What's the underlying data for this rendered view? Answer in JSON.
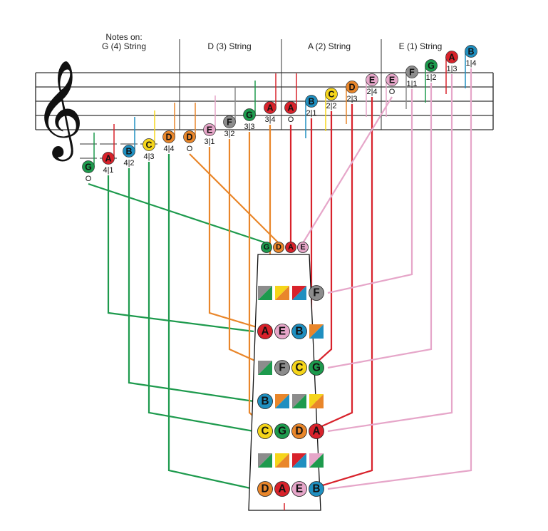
{
  "headers": {
    "g_line1": "Notes on:",
    "g_line2": "G (4) String",
    "d": "D (3) String",
    "a": "A (2) String",
    "e": "E (1) String"
  },
  "colors": {
    "G": "#1d9a4d",
    "A": "#d8222b",
    "B": "#1f8fc0",
    "C": "#f5d51a",
    "D": "#e9862a",
    "E": "#e6a6c9",
    "F": "#8c8c8c",
    "g_string": "#1d9a4d",
    "d_string": "#e9862a",
    "a_string": "#d8222b",
    "e_string": "#e6a6c9"
  },
  "notes": [
    {
      "id": "g0",
      "letter": "G",
      "fingering": "O"
    },
    {
      "id": "g1",
      "letter": "A",
      "fingering": "4|1"
    },
    {
      "id": "g2",
      "letter": "B",
      "fingering": "4|2"
    },
    {
      "id": "g3",
      "letter": "C",
      "fingering": "4|3"
    },
    {
      "id": "g4",
      "letter": "D",
      "fingering": "4|4"
    },
    {
      "id": "d0",
      "letter": "D",
      "fingering": "O"
    },
    {
      "id": "d1",
      "letter": "E",
      "fingering": "3|1"
    },
    {
      "id": "d2",
      "letter": "F",
      "fingering": "3|2"
    },
    {
      "id": "d3",
      "letter": "G",
      "fingering": "3|3"
    },
    {
      "id": "d4",
      "letter": "A",
      "fingering": "3|4"
    },
    {
      "id": "a0",
      "letter": "A",
      "fingering": "O"
    },
    {
      "id": "a1",
      "letter": "B",
      "fingering": "2|1"
    },
    {
      "id": "a2",
      "letter": "C",
      "fingering": "2|2"
    },
    {
      "id": "a3",
      "letter": "D",
      "fingering": "2|3"
    },
    {
      "id": "a4",
      "letter": "E",
      "fingering": "2|4"
    },
    {
      "id": "e0",
      "letter": "E",
      "fingering": "O"
    },
    {
      "id": "e1",
      "letter": "F",
      "fingering": "1|1"
    },
    {
      "id": "e2",
      "letter": "G",
      "fingering": "1|2"
    },
    {
      "id": "e3",
      "letter": "A",
      "fingering": "1|3"
    },
    {
      "id": "e4",
      "letter": "B",
      "fingering": "1|4"
    }
  ],
  "fingerboard_rows": [
    {
      "name": "open",
      "cells": [
        "G",
        "D",
        "A",
        "E"
      ]
    },
    {
      "name": "row-1",
      "cells": [
        "~",
        "~",
        "~",
        "F"
      ]
    },
    {
      "name": "row-2",
      "cells": [
        "A",
        "E",
        "B",
        "~"
      ]
    },
    {
      "name": "row-3",
      "cells": [
        "~",
        "F",
        "C",
        "G"
      ]
    },
    {
      "name": "row-4",
      "cells": [
        "B",
        "~",
        "~",
        "~"
      ]
    },
    {
      "name": "row-5",
      "cells": [
        "C",
        "G",
        "D",
        "A"
      ]
    },
    {
      "name": "row-6",
      "cells": [
        "~",
        "~",
        "~",
        "~"
      ]
    },
    {
      "name": "row-7",
      "cells": [
        "D",
        "A",
        "E",
        "B"
      ]
    }
  ]
}
